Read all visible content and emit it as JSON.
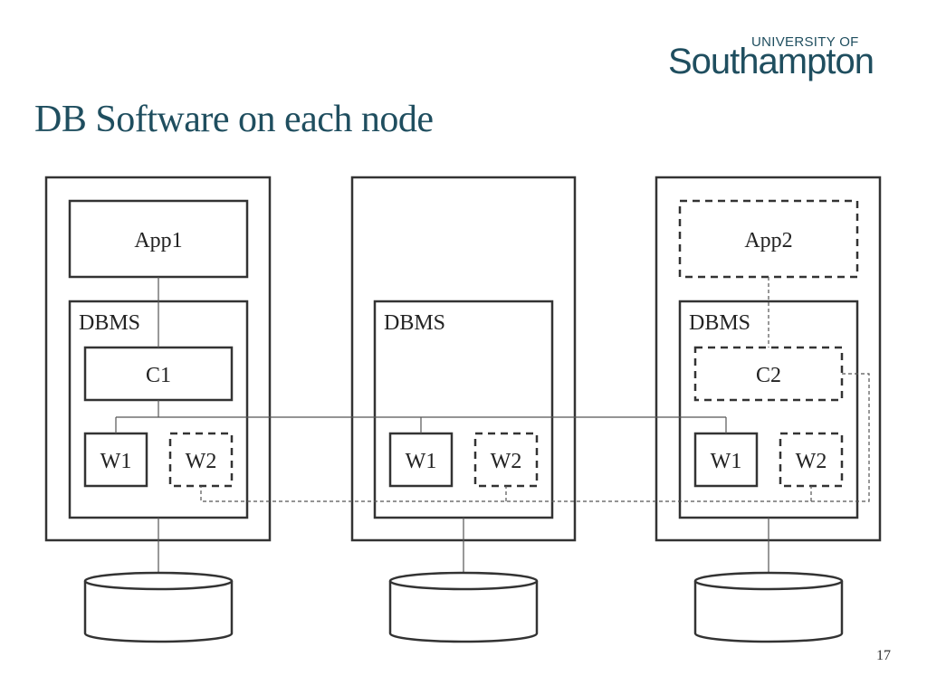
{
  "slide": {
    "title": "DB Software on each node",
    "page_number": "17"
  },
  "logo": {
    "line1": "UNIVERSITY OF",
    "line2": "Southampton"
  },
  "diagram": {
    "node1": {
      "app": "App1",
      "dbms": "DBMS",
      "coordinator": "C1",
      "worker1": "W1",
      "worker2": "W2"
    },
    "node2": {
      "dbms": "DBMS",
      "worker1": "W1",
      "worker2": "W2"
    },
    "node3": {
      "app": "App2",
      "dbms": "DBMS",
      "coordinator": "C2",
      "worker1": "W1",
      "worker2": "W2"
    }
  },
  "colors": {
    "title": "#1f4e5f",
    "stroke": "#333333"
  }
}
